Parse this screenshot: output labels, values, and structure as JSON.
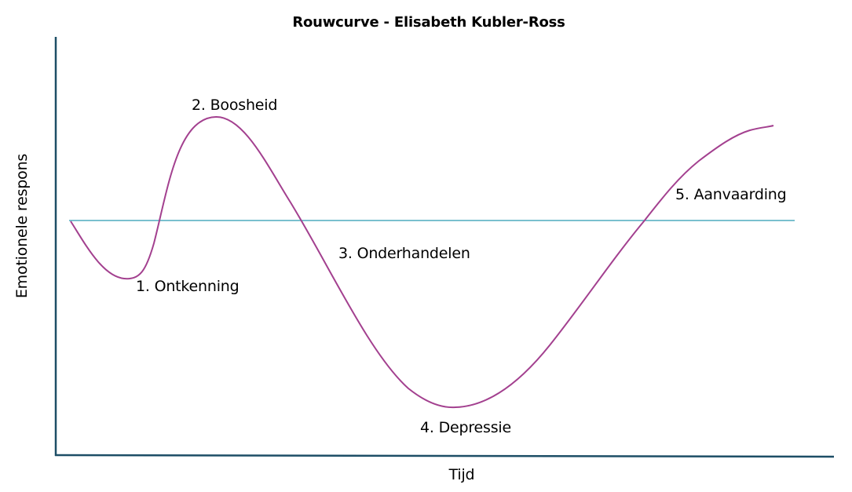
{
  "title": "Rouwcurve - Elisabeth Kubler-Ross",
  "axes": {
    "xlabel": "Tijd",
    "ylabel": "Emotionele respons"
  },
  "stages": [
    {
      "label": "1.   Ontkenning"
    },
    {
      "label": "2. Boosheid"
    },
    {
      "label": "3. Onderhandelen"
    },
    {
      "label": "4. Depressie"
    },
    {
      "label": "5. Aanvaarding"
    }
  ],
  "colors": {
    "curve": "#a3408f",
    "baseline": "#2a9bb2",
    "axis": "#1d4e66"
  },
  "chart_data": {
    "type": "line",
    "title": "Rouwcurve - Elisabeth Kubler-Ross",
    "xlabel": "Tijd",
    "ylabel": "Emotionele respons",
    "grid": false,
    "legend": null,
    "baseline": 0,
    "series": [
      {
        "name": "Emotionele respons",
        "x": [
          0,
          0.08,
          0.13,
          0.2,
          0.32,
          0.4,
          0.55,
          0.62,
          0.7,
          0.8,
          0.88,
          0.97,
          1.0
        ],
        "values": [
          0,
          -0.3,
          0.05,
          0.55,
          0.0,
          -0.45,
          -0.98,
          -0.85,
          -0.45,
          0.0,
          0.3,
          0.5,
          0.52
        ]
      }
    ],
    "annotations": [
      {
        "text": "1.   Ontkenning",
        "near": "first trough (below baseline)"
      },
      {
        "text": "2. Boosheid",
        "near": "peak above baseline"
      },
      {
        "text": "3. Onderhandelen",
        "near": "descending crossing of baseline"
      },
      {
        "text": "4. Depressie",
        "near": "deepest trough"
      },
      {
        "text": "5. Aanvaarding",
        "near": "rising curve above baseline"
      }
    ]
  }
}
